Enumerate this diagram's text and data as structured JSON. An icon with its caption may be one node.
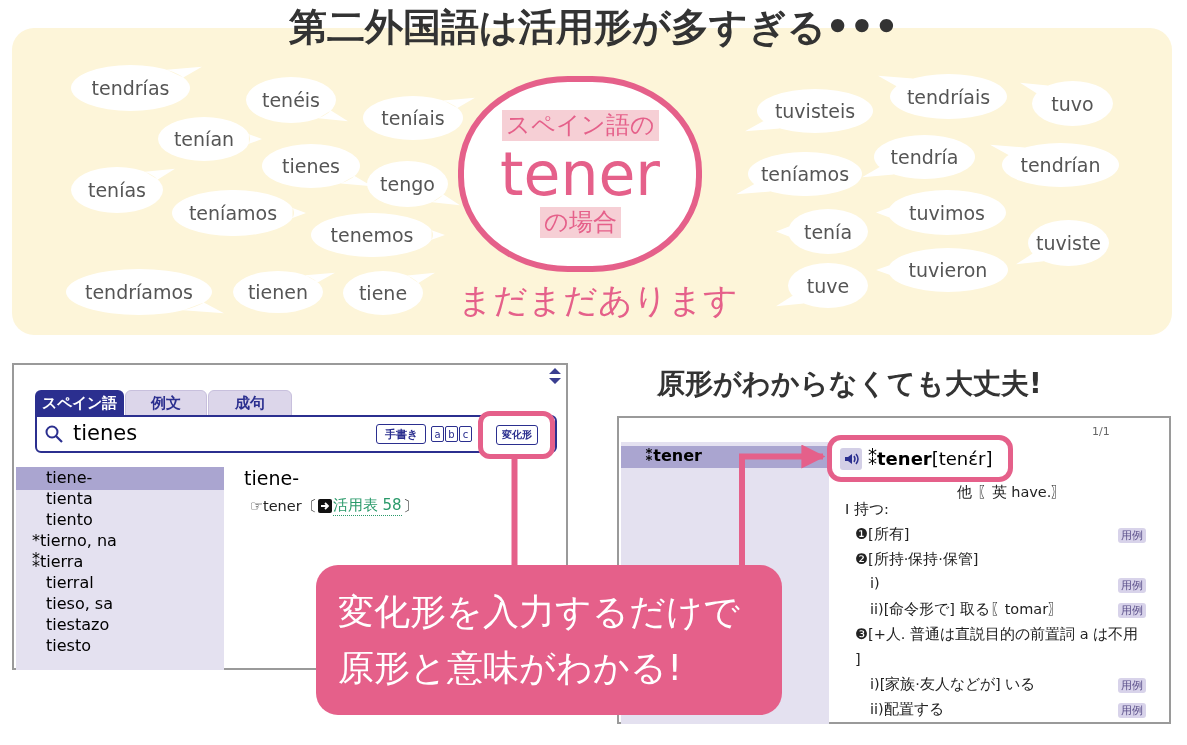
{
  "diagram": {
    "title": "第二外国語は活用形が多すぎる•••",
    "nodes": [
      {
        "text": [],
        "shape": "box"
      },
      {
        "text": [
          "tendrías"
        ],
        "in": 0
      },
      {
        "text": [
          "tenéis"
        ],
        "in": 0
      },
      {
        "text": [
          "teníais"
        ],
        "in": 0
      },
      {
        "text": [
          "tenían"
        ],
        "in": 0
      },
      {
        "text": [
          "tienes"
        ],
        "in": 0
      },
      {
        "text": [
          "tenías"
        ],
        "in": 0
      },
      {
        "text": [
          "tengo"
        ],
        "in": 0
      },
      {
        "text": [
          "teníamos"
        ],
        "in": 0
      },
      {
        "text": [
          "tenemos"
        ],
        "in": 0
      },
      {
        "text": [
          "tendríamos"
        ],
        "in": 0
      },
      {
        "text": [
          "tienen"
        ],
        "in": 0
      },
      {
        "text": [
          "tiene"
        ],
        "in": 0
      },
      {
        "text": [
          "スペイン語の",
          "tener",
          "の場合"
        ],
        "in": 0
      },
      {
        "text": [
          "tuvisteis"
        ],
        "in": 0
      },
      {
        "text": [
          "tendríais"
        ],
        "in": 0
      },
      {
        "text": [
          "tuvo"
        ],
        "in": 0
      },
      {
        "text": [
          "teníamos"
        ],
        "in": 0
      },
      {
        "text": [
          "tendría"
        ],
        "in": 0
      },
      {
        "text": [
          "tendrían"
        ],
        "in": 0
      },
      {
        "text": [
          "tuvimos"
        ],
        "in": 0
      },
      {
        "text": [
          "tenía"
        ],
        "in": 0
      },
      {
        "text": [
          "tuviste"
        ],
        "in": 0
      },
      {
        "text": [
          "tuvieron"
        ],
        "in": 0
      },
      {
        "text": [
          "tuve"
        ],
        "in": 0
      },
      {
        "text": [],
        "shape": "box"
      },
      {
        "text": [
          "変化形"
        ],
        "in": 25
      },
      {
        "text": [],
        "shape": "box"
      },
      {
        "text": [
          "⁑**tener**[tenɛ́r]"
        ],
        "in": 27
      },
      {
        "text": [
          "変化形を入力するだけで原形と意味がわかる!"
        ]
      }
    ],
    "edges": [
      {
        "from": 29,
        "to": 26,
        "arrow": "none"
      },
      {
        "from": 29,
        "to": 28,
        "arrow": "to"
      }
    ],
    "labels": [
      "まだまだあります",
      "原形がわからなくても大丈夫!",
      "スペイン語",
      "例文",
      "成句",
      "tienes",
      "手書き",
      "a",
      "b",
      "c",
      "tiene-",
      "tienta",
      "tiento",
      "*tierno, na",
      "⁑tierra",
      "tierral",
      "tieso, sa",
      "tiestazo",
      "tiesto",
      "tiene-",
      "☞tener〔",
      "活用表 58",
      "〕",
      "1/1",
      "⁑tener",
      "他 〖英 have.〗",
      "I 持つ:",
      "❶[所有]",
      "用例",
      "❷[所持·保持·保管]",
      "i)",
      "用例",
      "ii)[命令形で] 取る〖tomar〗",
      "用例",
      "❸[+人. 普通は直説目的の前置詞 a は不用 ]",
      "i)[家族·友人などが] いる",
      "用例",
      "ii)配置する",
      "用例"
    ]
  }
}
